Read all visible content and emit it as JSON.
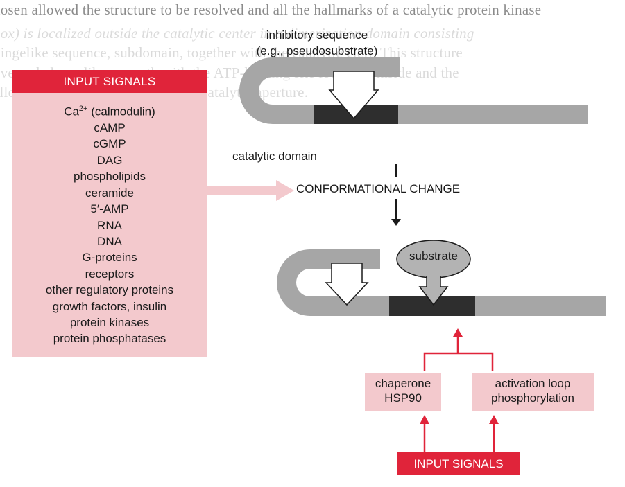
{
  "background_text": [
    "hosen allowed the structure to be resolved and all the hallmarks of a catalytic protein kinase",
    "box) is localized outside the catalytic center in a dimerization domain consisting",
    "hingelike sequence, subdomain, together with the catalytic cleft. This structure",
    "ove and closes like a mouth with the ATP-binding site localized inside and the",
    "allowing the substrate to reach the catalytic aperture."
  ],
  "input_panel": {
    "title": "INPUT SIGNALS",
    "signals": [
      "(calmodulin)",
      "cAMP",
      "cGMP",
      "DAG",
      "phospholipids",
      "ceramide",
      "5′-AMP",
      "RNA",
      "DNA",
      "G-proteins",
      "receptors",
      "other regulatory proteins",
      "growth factors, insulin",
      "protein kinases",
      "protein phosphatases"
    ],
    "calcium": {
      "base": "Ca",
      "sup": "2+"
    }
  },
  "labels": {
    "inhibitory_line1": "inhibitory sequence",
    "inhibitory_line2": "(e.g., pseudosubstrate)",
    "catalytic_domain": "catalytic domain",
    "conformational_change": "CONFORMATIONAL CHANGE",
    "substrate": "substrate"
  },
  "chaperone": {
    "line1": "chaperone",
    "line2": "HSP90"
  },
  "activation": {
    "line1": "activation loop",
    "line2": "phosphorylation"
  },
  "input_bottom": "INPUT SIGNALS",
  "colors": {
    "red": "#e0243a",
    "pink": "#f3c9cd",
    "bar_gray": "#a6a6a6",
    "domain_dark": "#2e2e2e",
    "substrate_gray": "#b3b3b3"
  }
}
